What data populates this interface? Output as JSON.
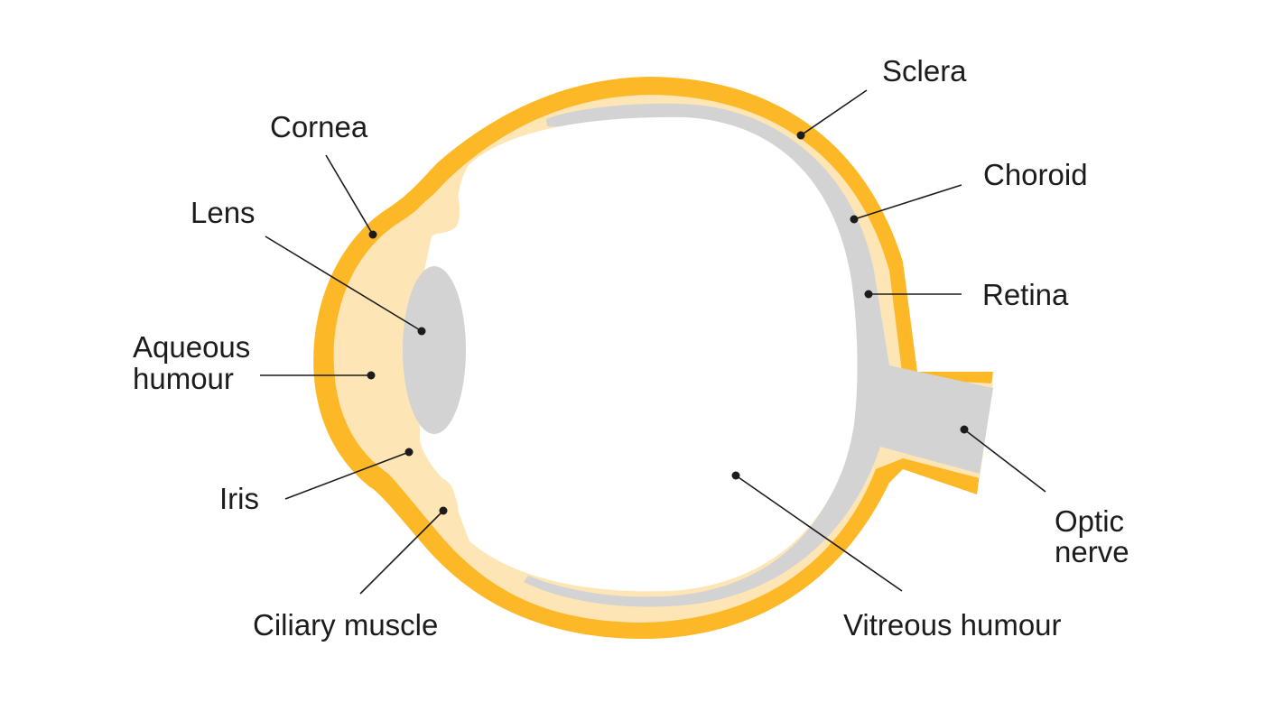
{
  "diagram": {
    "colors": {
      "sclera": "#FDB827",
      "choroid": "#FEE5B5",
      "retina": "#D3D3D3",
      "lens": "#D3D3D3",
      "interior": "#FFFFFF",
      "text": "#1C1C1C"
    },
    "labels": {
      "sclera": "Sclera",
      "cornea": "Cornea",
      "choroid": "Choroid",
      "lens": "Lens",
      "retina": "Retina",
      "aqueous_line1": "Aqueous",
      "aqueous_line2": "humour",
      "iris": "Iris",
      "optic_line1": "Optic",
      "optic_line2": "nerve",
      "ciliary": "Ciliary muscle",
      "vitreous": "Vitreous humour"
    }
  }
}
